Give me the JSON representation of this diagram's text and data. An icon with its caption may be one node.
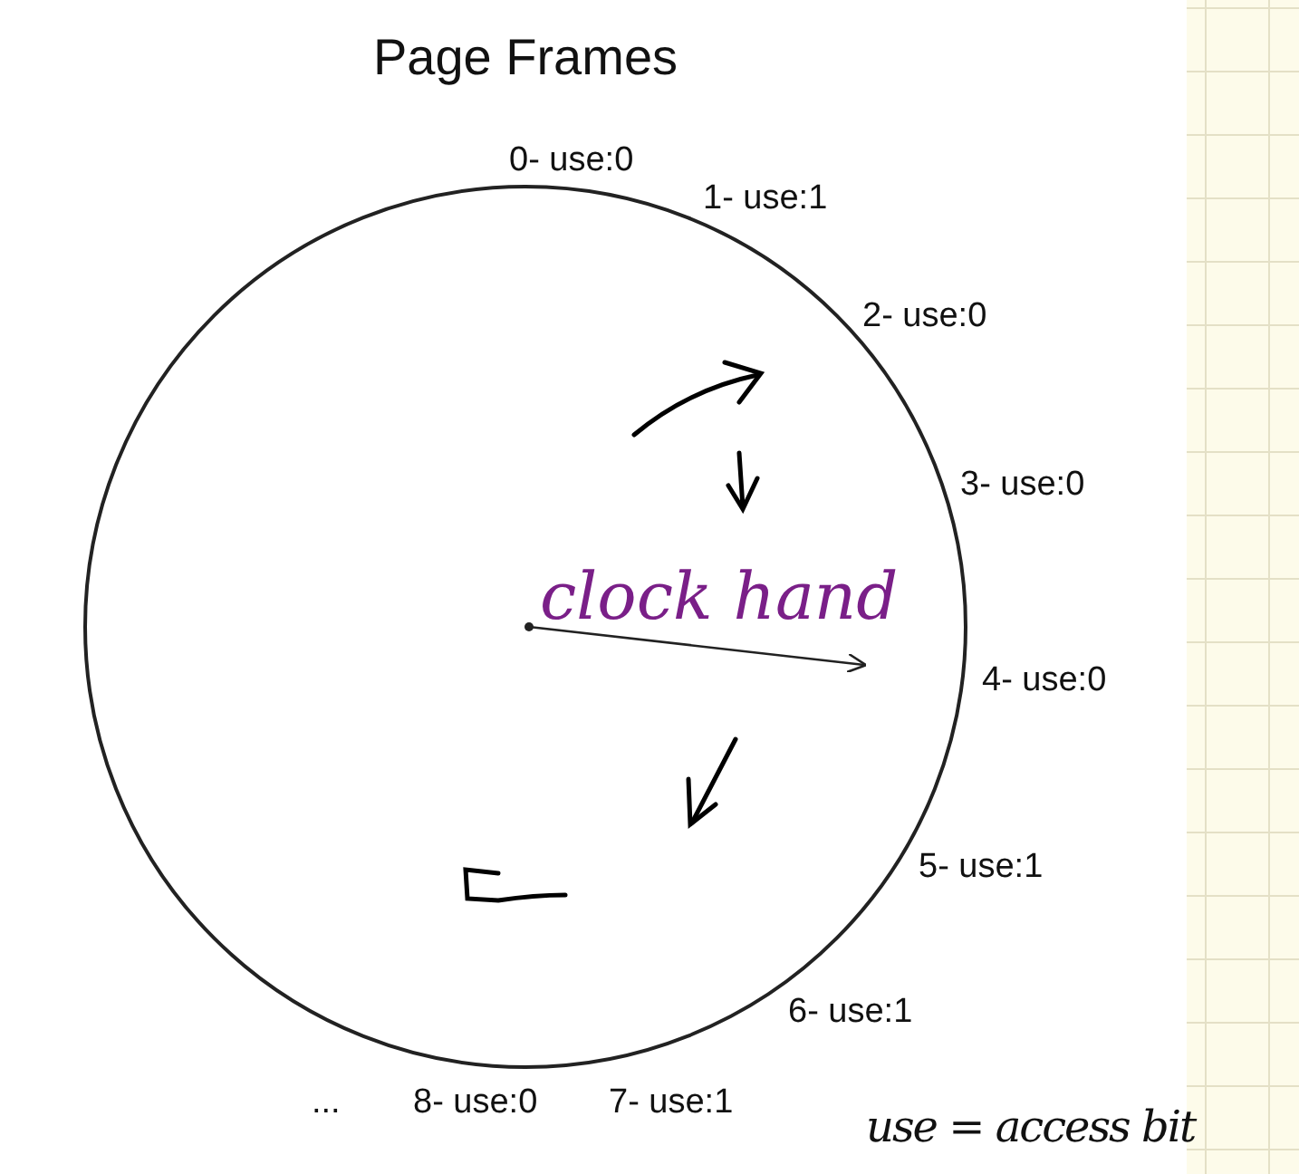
{
  "diagram": {
    "title": "Page Frames",
    "labels": [
      "0- use:0",
      "1- use:1",
      "2- use:0",
      "3- use:0",
      "4- use:0",
      "5- use:1",
      "6- use:1",
      "...",
      "8- use:0",
      "7- use:1",
      "clock hand",
      "use = access bit"
    ]
  }
}
